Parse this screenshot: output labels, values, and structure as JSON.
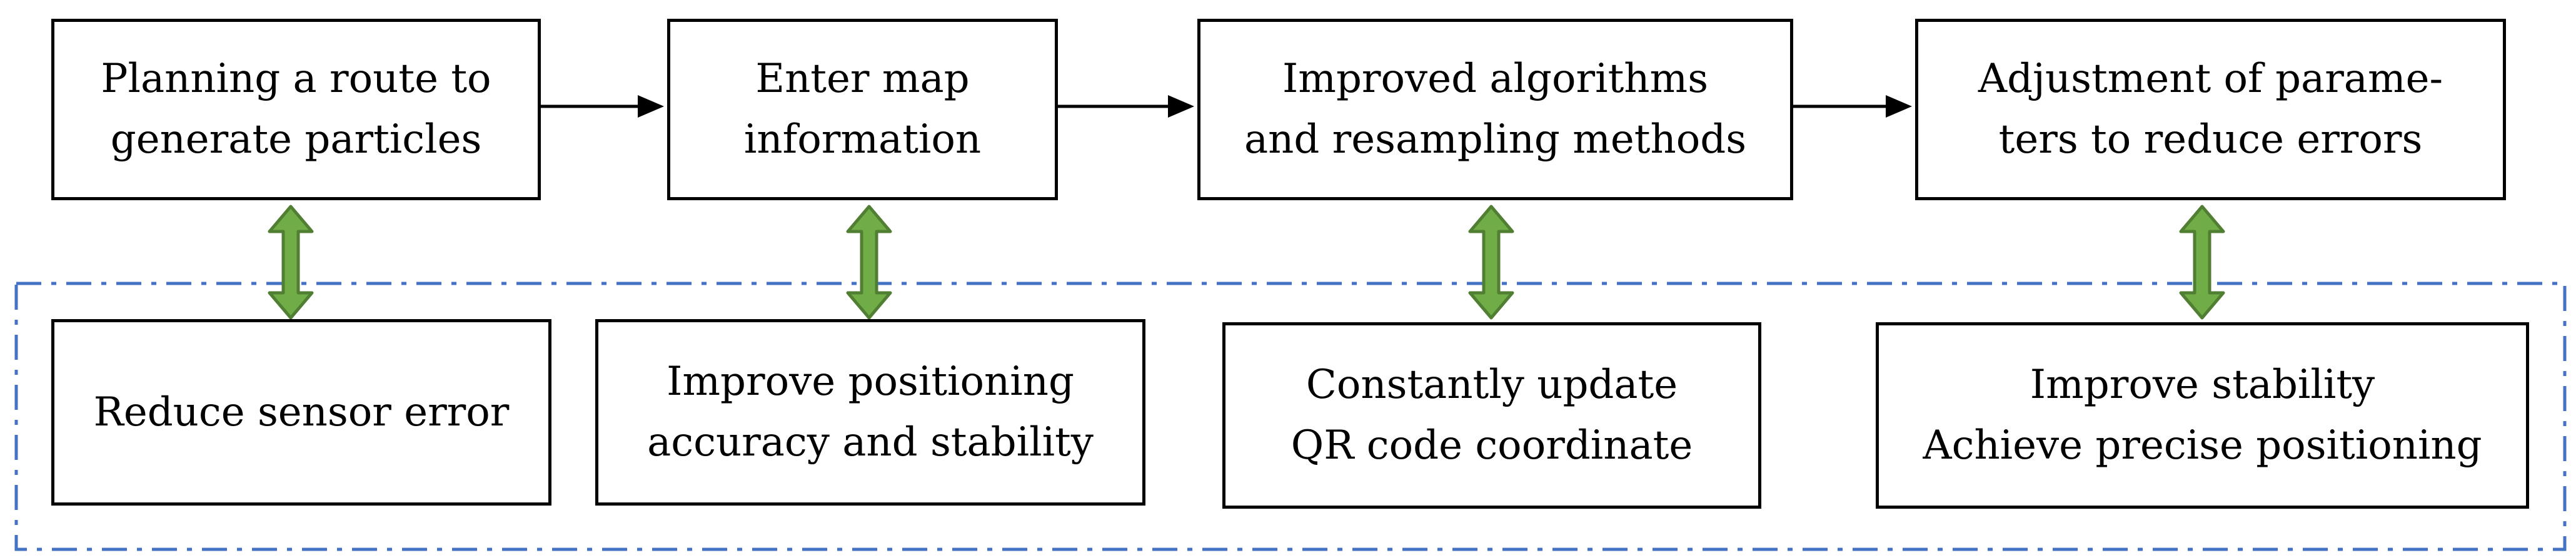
{
  "top_row": [
    {
      "line1": "Planning a route to",
      "line2": "generate particles"
    },
    {
      "line1": "Enter map",
      "line2": "information"
    },
    {
      "line1": "Improved algorithms",
      "line2": "and resampling methods"
    },
    {
      "line1": "Adjustment of parame-",
      "line2": "ters to reduce errors"
    }
  ],
  "bottom_row": [
    {
      "line1": "Reduce sensor error",
      "line2": ""
    },
    {
      "line1": "Improve positioning",
      "line2": "accuracy and stability"
    },
    {
      "line1": "Constantly update",
      "line2": "QR code coordinate"
    },
    {
      "line1": "Improve stability",
      "line2": "Achieve precise positioning"
    }
  ],
  "colors": {
    "box_border": "#000000",
    "flow_arrow": "#000000",
    "link_arrow_fill": "#70ad47",
    "link_arrow_stroke": "#507e32",
    "group_border": "#4472c4"
  }
}
